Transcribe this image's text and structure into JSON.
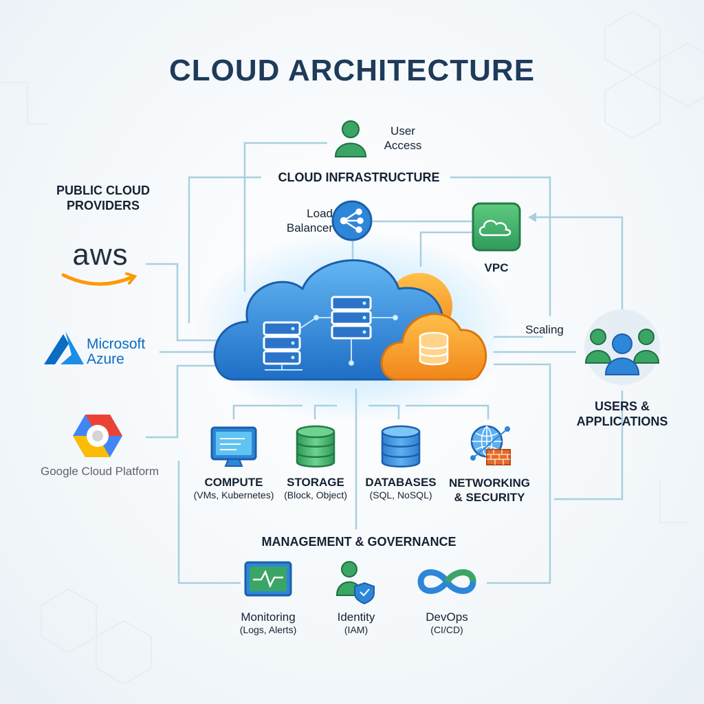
{
  "title": "CLOUD ARCHITECTURE",
  "user_access": {
    "line1": "User",
    "line2": "Access"
  },
  "cloud_infrastructure": "CLOUD INFRASTRUCTURE",
  "load_balancer": {
    "line1": "Load",
    "line2": "Balancer"
  },
  "vpc": "VPC",
  "scaling": "Scaling",
  "providers": {
    "heading_line1": "PUBLIC CLOUD",
    "heading_line2": "PROVIDERS",
    "aws": "aws",
    "azure_line1": "Microsoft",
    "azure_line2": "Azure",
    "gcp": "Google Cloud Platform"
  },
  "users_apps": {
    "line1": "USERS &",
    "line2": "APPLICATIONS"
  },
  "services": [
    {
      "name": "COMPUTE",
      "detail": "(VMs, Kubernetes)",
      "icon": "monitor-icon"
    },
    {
      "name": "STORAGE",
      "detail": "(Block, Object)",
      "icon": "storage-stack-icon"
    },
    {
      "name": "DATABASES",
      "detail": "(SQL, NoSQL)",
      "icon": "database-icon"
    },
    {
      "name_line1": "NETWORKING",
      "name_line2": "& SECURITY",
      "icon": "globe-firewall-icon"
    }
  ],
  "management": {
    "heading": "MANAGEMENT & GOVERNANCE",
    "items": [
      {
        "name": "Monitoring",
        "detail": "(Logs, Alerts)",
        "icon": "monitoring-screen-icon"
      },
      {
        "name": "Identity",
        "detail": "(IAM)",
        "icon": "identity-shield-icon"
      },
      {
        "name": "DevOps",
        "detail": "(CI/CD)",
        "icon": "infinity-loop-icon"
      }
    ]
  },
  "colors": {
    "connector": "#a9cfe0",
    "blue_cloud": "#2e86d8",
    "orange_cloud": "#f39a1e",
    "green_icon": "#3aa565",
    "aws_orange": "#ff9900",
    "azure_blue": "#0a6cc2"
  }
}
